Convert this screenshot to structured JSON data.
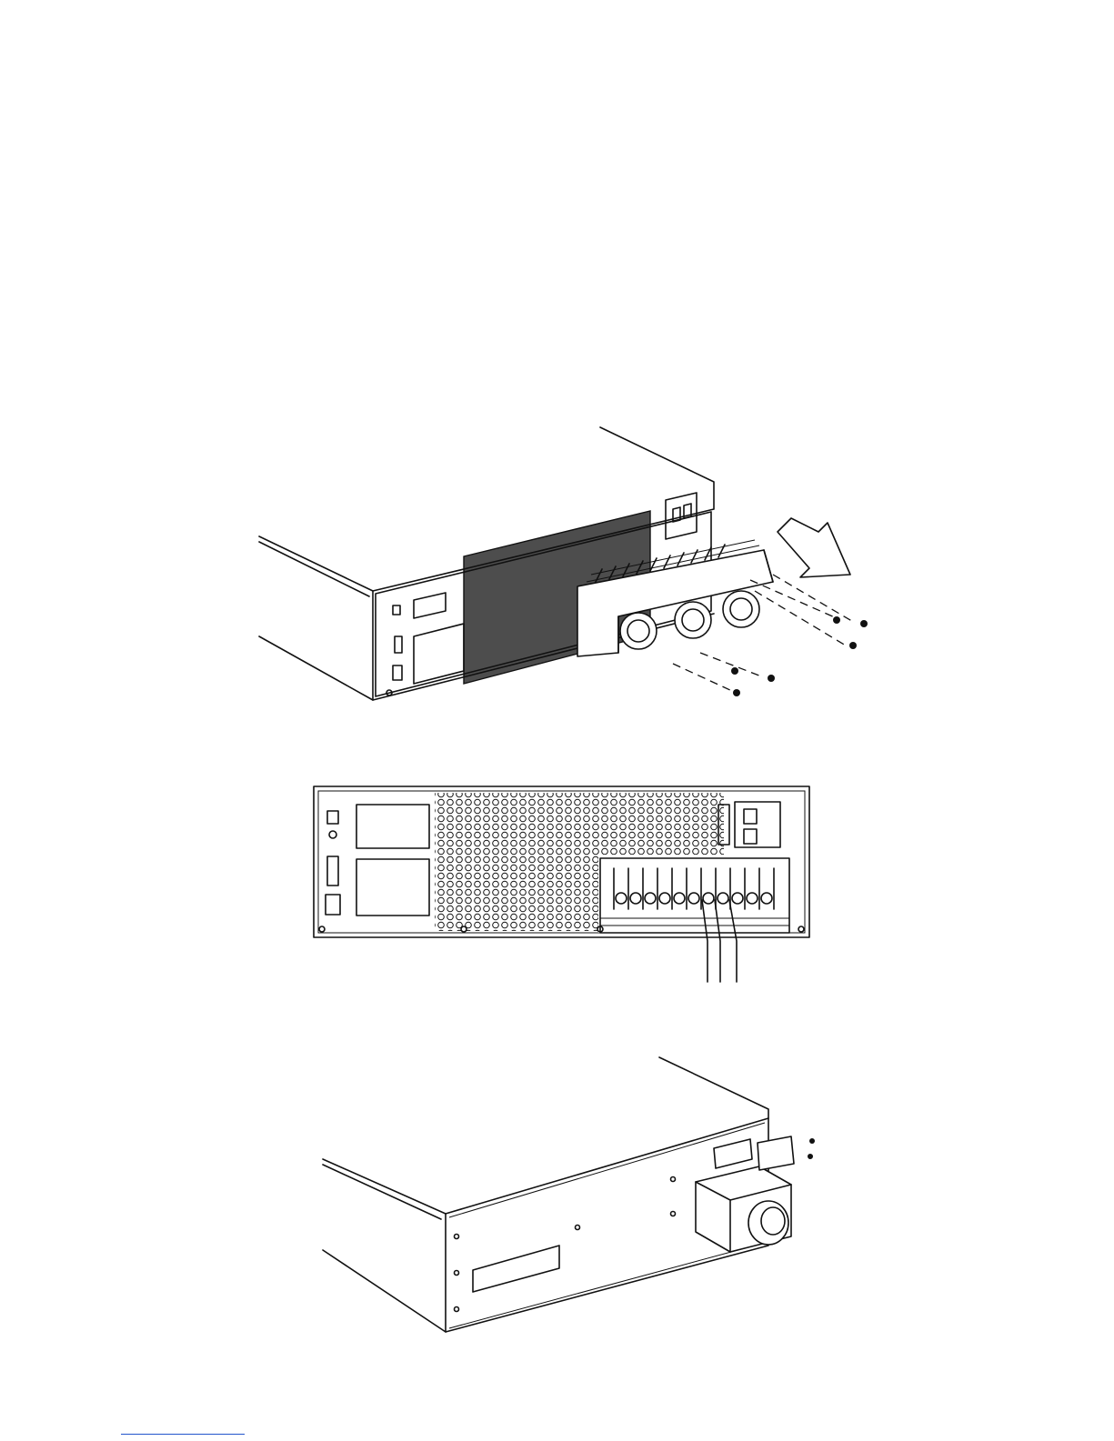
{
  "page": {
    "background": "#ffffff",
    "line_color": "#111111",
    "footer_rule_color": "#2255cc"
  },
  "figures": [
    {
      "id": "terminal-cover-removal",
      "icons": [
        "ups-rack-unit",
        "terminal-cover",
        "removal-arrow",
        "screw"
      ]
    },
    {
      "id": "rear-panel-wiring",
      "icons": [
        "usb-port",
        "serial-port",
        "breaker",
        "terminal-block",
        "input-cables"
      ]
    },
    {
      "id": "cable-box-installation",
      "icons": [
        "ups-rack-unit",
        "cable-box",
        "cable-gland",
        "screw"
      ]
    }
  ]
}
